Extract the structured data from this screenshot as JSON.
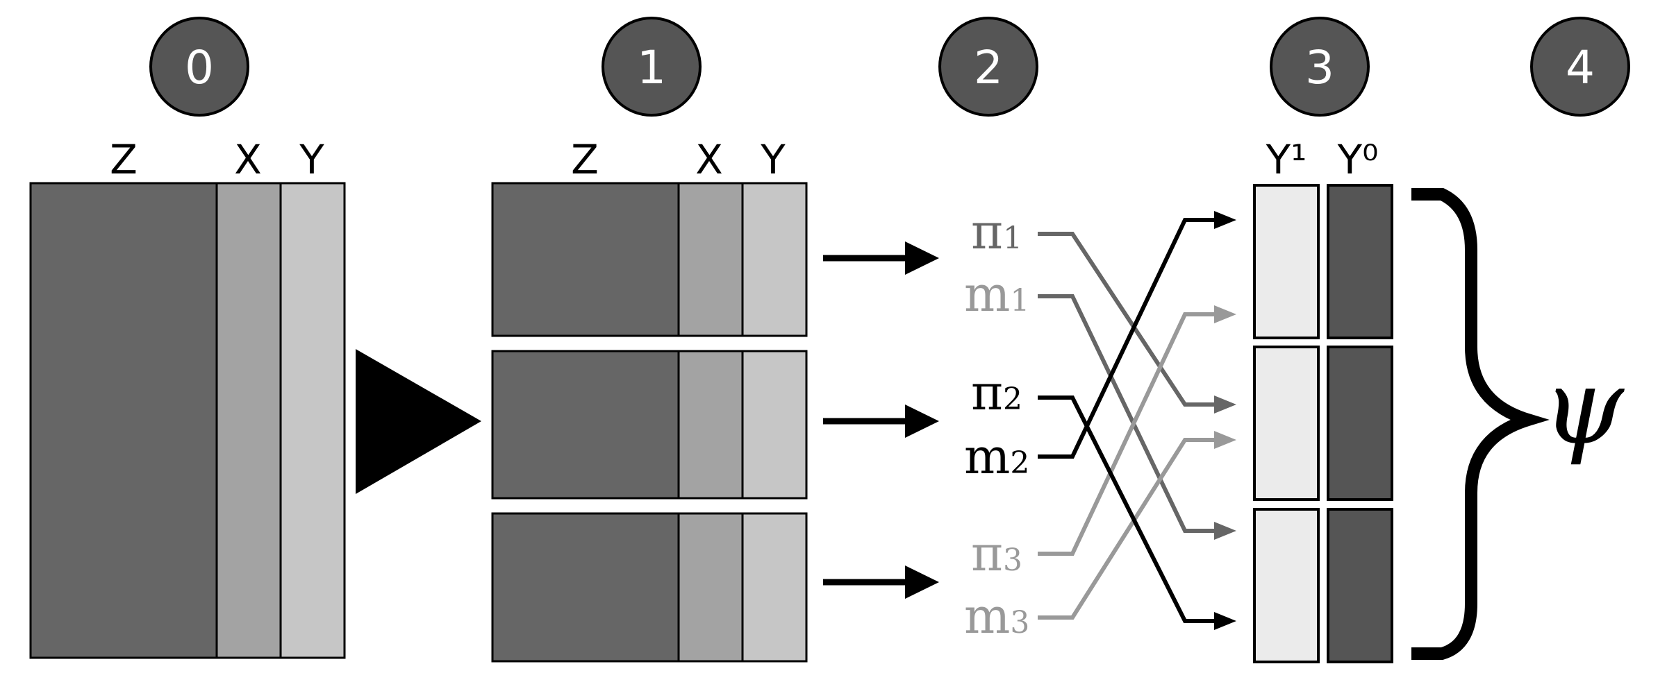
{
  "steps": [
    "0",
    "1",
    "2",
    "3",
    "4"
  ],
  "table_columns": [
    "Z",
    "X",
    "Y"
  ],
  "potential_outcome_columns": [
    "Y¹",
    "Y⁰"
  ],
  "nuisance_labels": [
    {
      "pi": "π",
      "m": "m",
      "sub": "1"
    },
    {
      "pi": "π",
      "m": "m",
      "sub": "2"
    },
    {
      "pi": "π",
      "m": "m",
      "sub": "3"
    }
  ],
  "estimand": "ψ",
  "colors": {
    "badge": "#555555",
    "z_block": "#666666",
    "x_block": "#a3a3a3",
    "y_block": "#c6c6c6",
    "y1_block": "#ebebeb",
    "y0_block": "#555555",
    "fold1": "#666666",
    "fold2": "#000000",
    "fold3": "#999999"
  }
}
